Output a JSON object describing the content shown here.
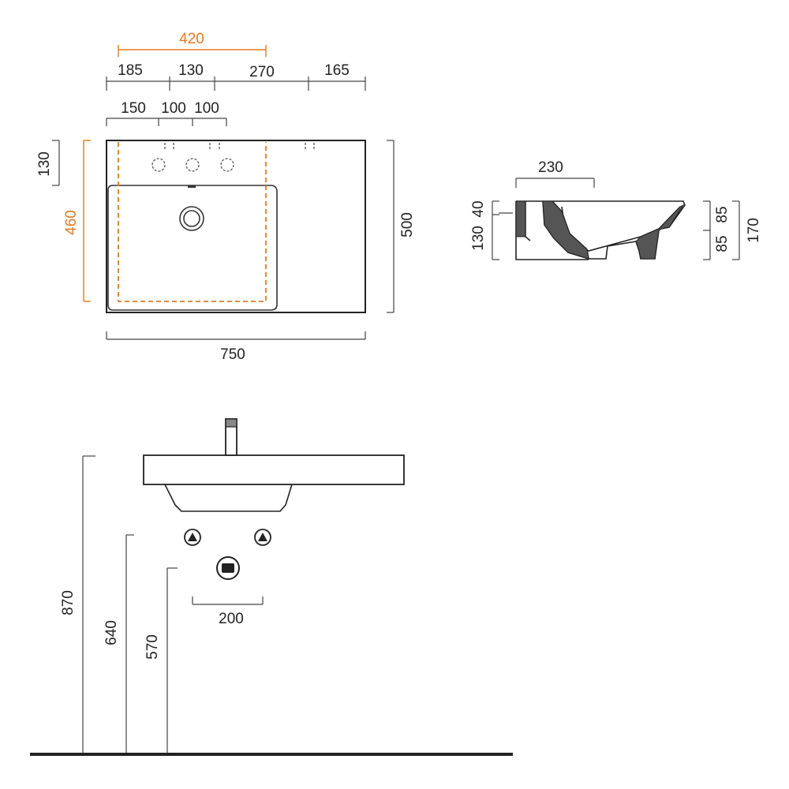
{
  "colors": {
    "accent": "#e07a22",
    "line": "#444444",
    "outline": "#222222"
  },
  "top_view": {
    "overall_width": "750",
    "overall_depth": "500",
    "bowl_zone_width": "420",
    "bowl_zone_depth": "460",
    "tap_row_offset": "130",
    "top_segments": [
      "185",
      "130",
      "270",
      "165"
    ],
    "tap_segments": [
      "150",
      "100",
      "100"
    ]
  },
  "section_view": {
    "depth_label": "230",
    "left_top": "40",
    "left_bottom": "130",
    "right_top": "85",
    "right_bottom": "85",
    "total_height": "170"
  },
  "front_view": {
    "rim_height": "870",
    "supply_height": "640",
    "waste_height": "570",
    "supply_spacing": "200"
  }
}
